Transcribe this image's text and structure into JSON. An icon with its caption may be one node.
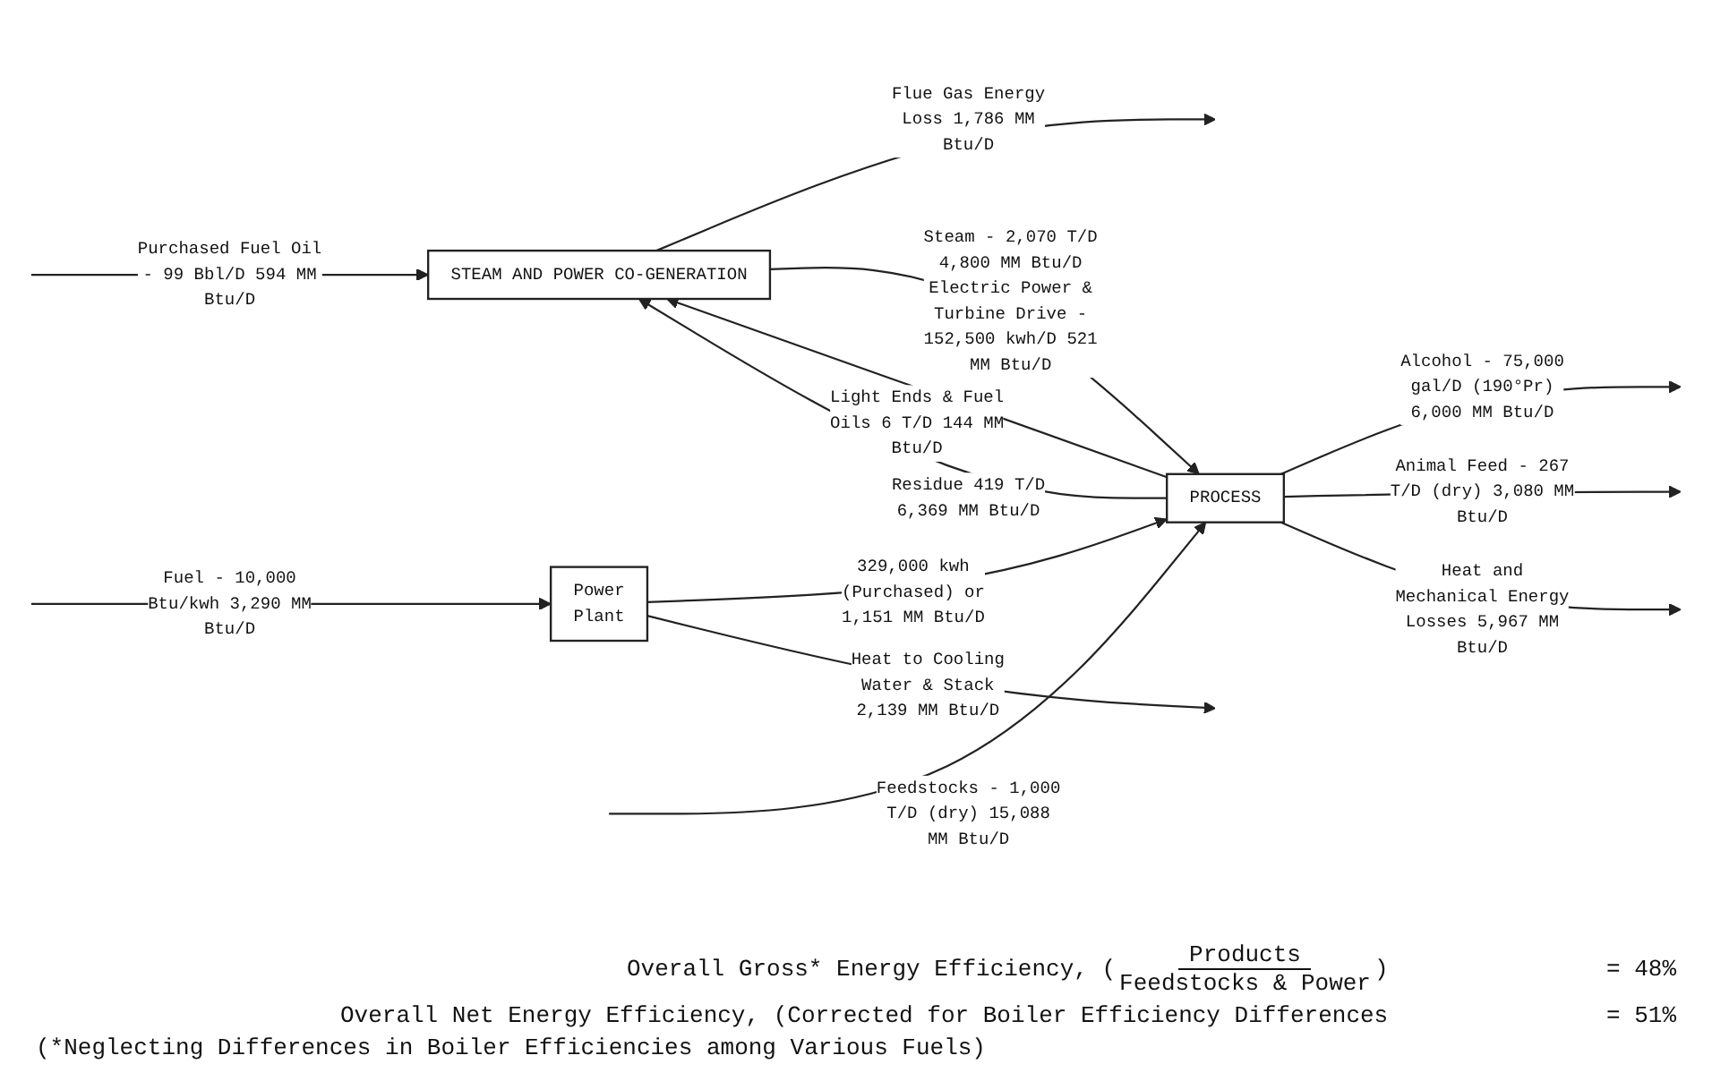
{
  "diagram": {
    "nodes": [
      {
        "text": [
          "STEAM AND POWER CO-GENERATION"
        ]
      },
      {
        "text": [
          "PROCESS"
        ]
      },
      {
        "text": [
          "Power Plant"
        ]
      }
    ],
    "edges": [
      {
        "from": 0,
        "to": null,
        "arrow": "to",
        "label": "Flue Gas Energy Loss 1,786 MM Btu/D"
      },
      {
        "from": null,
        "to": 0,
        "arrow": "to",
        "label": "Purchased Fuel Oil - 99 Bbl/D 594 MM Btu/D"
      },
      {
        "from": 1,
        "to": 0,
        "arrow": "to",
        "label": "Light Ends & Fuel Oils 6 T/D 144 MM Btu/D"
      },
      {
        "from": 1,
        "to": 0,
        "arrow": "to",
        "label": "Residue 419 T/D 6,369 MM Btu/D"
      },
      {
        "from": 0,
        "to": 1,
        "arrow": "to",
        "label": "Steam - 2,070 T/D 4,800 MM Btu/D Electric Power & Turbine Drive - 152,500 kwh/D 521 MM Btu/D"
      },
      {
        "from": null,
        "to": 1,
        "arrow": "to",
        "label": "Feedstocks - 1,000 T/D (dry) 15,088 MM Btu/D"
      },
      {
        "from": null,
        "to": 2,
        "arrow": "to",
        "label": "Fuel - 10,000 Btu/kwh 3,290 MM Btu/D"
      },
      {
        "from": 2,
        "to": 1,
        "arrow": "to",
        "label": "329,000 kwh (Purchased) or 1,151 MM Btu/D"
      },
      {
        "from": 1,
        "to": null,
        "arrow": "to",
        "label": "Alcohol - 75,000 gal/D (190°Pr) 6,000 MM Btu/D"
      },
      {
        "from": 1,
        "to": null,
        "arrow": "to",
        "label": "Animal Feed - 267 T/D (dry) 3,080 MM Btu/D"
      },
      {
        "from": 1,
        "to": null,
        "arrow": "to",
        "label": "Heat and Mechanical Energy Losses 5,967 MM Btu/D"
      },
      {
        "from": 2,
        "to": null,
        "arrow": "to",
        "label": "Heat to Cooling Water & Stack 2,139 MM Btu/D"
      }
    ],
    "labels": [
      "Overall Gross* Energy Efficiency, (",
      "Products",
      "Feedstocks & Power",
      ")",
      "= 48%",
      "Overall Net Energy Efficiency, (Corrected for Boiler Efficiency Differences",
      "= 51%",
      "(*Neglecting Differences in Boiler Efficiencies among Various Fuels)"
    ]
  }
}
